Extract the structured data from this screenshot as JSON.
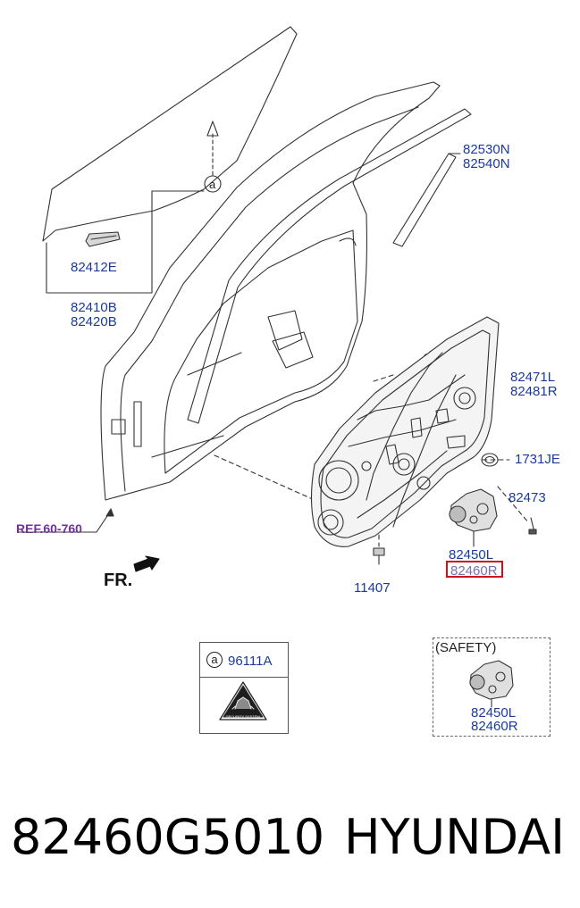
{
  "callouts": {
    "a_marker": "a",
    "p82412E": "82412E",
    "p82410B": "82410B",
    "p82420B": "82420B",
    "p82530N": "82530N",
    "p82540N": "82540N",
    "p82471L": "82471L",
    "p82481R": "82481R",
    "p1731JE": "1731JE",
    "p82473": "82473",
    "p82450L": "82450L",
    "p82460R": "82460R",
    "p11407": "11407",
    "ref": "REF.60-760",
    "fr": "FR."
  },
  "legend": {
    "marker": "a",
    "code": "96111A",
    "badge_text": "SECURITY SYSTEM"
  },
  "safety_box": {
    "title": "(SAFETY)",
    "p1": "82450L",
    "p2": "82460R"
  },
  "footer": {
    "part_number": "82460G5010",
    "brand": "HYUNDAI"
  },
  "colors": {
    "label": "#1a3a9c",
    "highlight": "#d0101a",
    "ref": "#7030a0"
  }
}
